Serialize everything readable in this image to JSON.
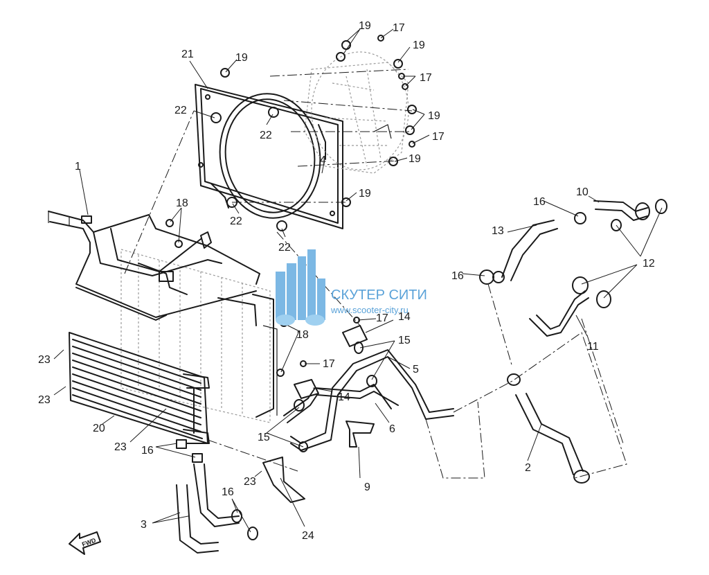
{
  "callouts": [
    {
      "id": "c1",
      "text": "1"
    },
    {
      "id": "c2",
      "text": "2"
    },
    {
      "id": "c3",
      "text": "3"
    },
    {
      "id": "c4",
      "text": "4"
    },
    {
      "id": "c5",
      "text": "5"
    },
    {
      "id": "c6",
      "text": "6"
    },
    {
      "id": "c9",
      "text": "9"
    },
    {
      "id": "c10",
      "text": "10"
    },
    {
      "id": "c11",
      "text": "11"
    },
    {
      "id": "c12",
      "text": "12"
    },
    {
      "id": "c13",
      "text": "13"
    },
    {
      "id": "c14a",
      "text": "14"
    },
    {
      "id": "c14b",
      "text": "14"
    },
    {
      "id": "c15a",
      "text": "15"
    },
    {
      "id": "c15b",
      "text": "15"
    },
    {
      "id": "c16a",
      "text": "16"
    },
    {
      "id": "c16b",
      "text": "16"
    },
    {
      "id": "c16c",
      "text": "16"
    },
    {
      "id": "c16d",
      "text": "16"
    },
    {
      "id": "c17a",
      "text": "17"
    },
    {
      "id": "c17b",
      "text": "17"
    },
    {
      "id": "c17c",
      "text": "17"
    },
    {
      "id": "c17d",
      "text": "17"
    },
    {
      "id": "c17e",
      "text": "17"
    },
    {
      "id": "c18a",
      "text": "18"
    },
    {
      "id": "c18b",
      "text": "18"
    },
    {
      "id": "c19a",
      "text": "19"
    },
    {
      "id": "c19b",
      "text": "19"
    },
    {
      "id": "c19c",
      "text": "19"
    },
    {
      "id": "c19d",
      "text": "19"
    },
    {
      "id": "c19e",
      "text": "19"
    },
    {
      "id": "c19f",
      "text": "19"
    },
    {
      "id": "c20",
      "text": "20"
    },
    {
      "id": "c21",
      "text": "21"
    },
    {
      "id": "c22a",
      "text": "22"
    },
    {
      "id": "c22b",
      "text": "22"
    },
    {
      "id": "c22c",
      "text": "22"
    },
    {
      "id": "c22d",
      "text": "22"
    },
    {
      "id": "c23a",
      "text": "23"
    },
    {
      "id": "c23b",
      "text": "23"
    },
    {
      "id": "c23c",
      "text": "23"
    },
    {
      "id": "c23d",
      "text": "23"
    },
    {
      "id": "c24",
      "text": "24"
    }
  ],
  "watermark": {
    "title": "СКУТЕР СИТИ",
    "url": "www.scooter-city.ru",
    "color": "#5aa2d8"
  },
  "direction_marker": {
    "label": "FWD"
  }
}
